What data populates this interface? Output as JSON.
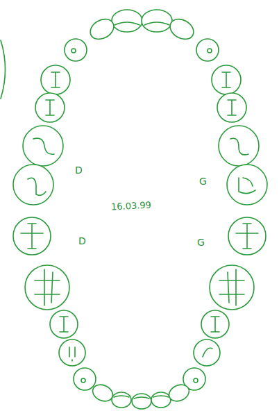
{
  "diagram": {
    "labels": [
      "D",
      "G",
      "16.03.99",
      "D",
      "G"
    ]
  }
}
